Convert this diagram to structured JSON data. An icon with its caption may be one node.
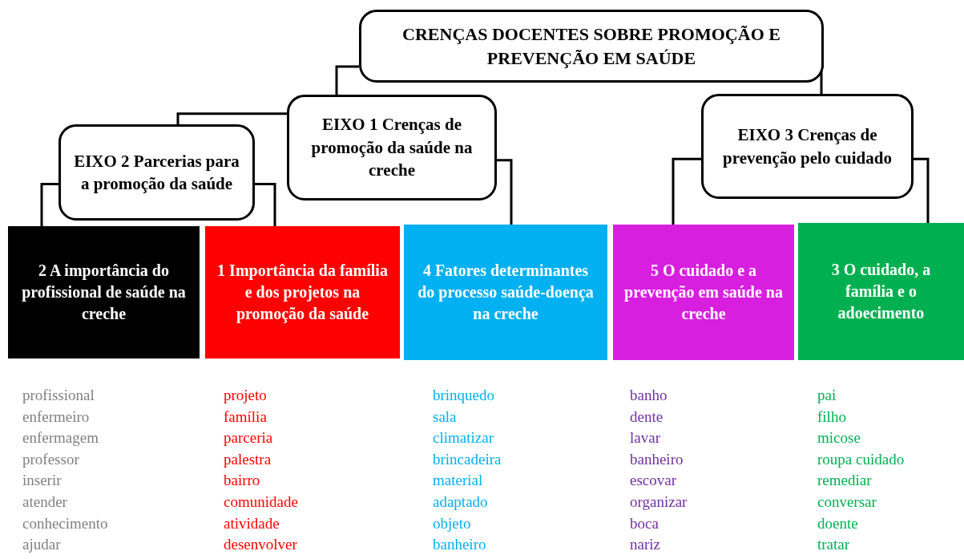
{
  "diagram": {
    "nodes": [
      {
        "text": [
          "CRENÇAS DOCENTES SOBRE PROMOÇÃO E PREVENÇÃO EM SAÚDE"
        ]
      },
      {
        "text": [
          "EIXO 1 Crenças de promoção da saúde na creche"
        ]
      },
      {
        "text": [
          "EIXO 2 Parcerias para a promoção da saúde"
        ]
      },
      {
        "text": [
          "EIXO 3 Crenças de prevenção pelo cuidado"
        ]
      },
      {
        "text": [
          "2 A importância do profissional de saúde na creche"
        ],
        "beside": [
          "profissional",
          "enfermeiro",
          "enfermagem",
          "professor",
          "inserir",
          "atender",
          "conhecimento",
          "ajudar"
        ]
      },
      {
        "text": [
          "1 Importância da família e dos projetos na promoção da saúde"
        ],
        "beside": [
          "projeto",
          "família",
          "parceria",
          "palestra",
          "bairro",
          "comunidade",
          "atividade",
          "desenvolver"
        ]
      },
      {
        "text": [
          "4 Fatores determinantes do processo saúde-doença na creche"
        ],
        "beside": [
          "brinquedo",
          "sala",
          "climatizar",
          "brincadeira",
          "material",
          "adaptado",
          "objeto",
          "banheiro"
        ]
      },
      {
        "text": [
          "5 O cuidado e a prevenção em saúde na creche"
        ],
        "beside": [
          "banho",
          "dente",
          "lavar",
          "banheiro",
          "escovar",
          "organizar",
          "boca",
          "nariz"
        ]
      },
      {
        "text": [
          "3 O cuidado, a família e o adoecimento"
        ],
        "beside": [
          "pai",
          "filho",
          "micose",
          "roupa cuidado",
          "remediar",
          "conversar",
          "doente",
          "tratar"
        ]
      }
    ],
    "edges": [
      {
        "from": 0,
        "to": 1,
        "arrow": "none"
      },
      {
        "from": 0,
        "to": 3,
        "arrow": "none"
      },
      {
        "from": 1,
        "to": 2,
        "arrow": "none"
      },
      {
        "from": 1,
        "to": 6,
        "arrow": "none"
      },
      {
        "from": 2,
        "to": 4,
        "arrow": "none"
      },
      {
        "from": 2,
        "to": 5,
        "arrow": "none"
      },
      {
        "from": 3,
        "to": 7,
        "arrow": "none"
      },
      {
        "from": 3,
        "to": 8,
        "arrow": "none"
      }
    ]
  }
}
